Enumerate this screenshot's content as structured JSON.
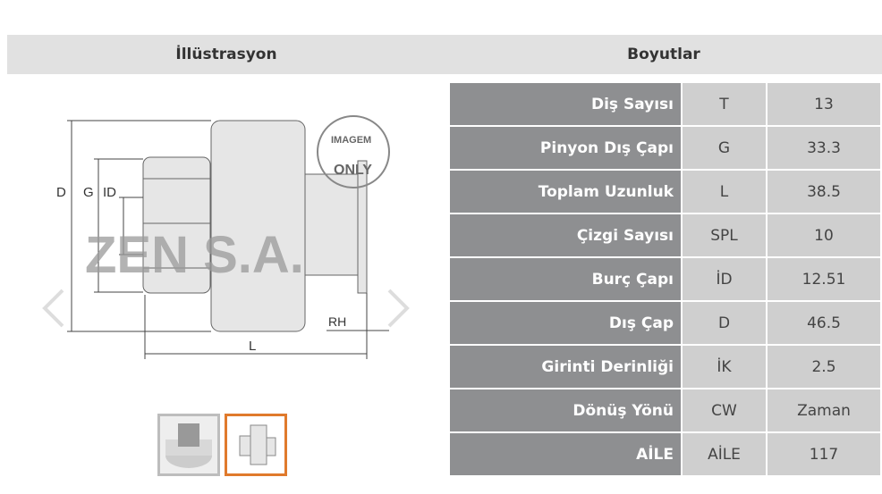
{
  "headers": {
    "illustration": "İllüstrasyon",
    "dimensions": "Boyutlar"
  },
  "drawing": {
    "labels": {
      "D": "D",
      "G": "G",
      "ID": "ID",
      "L": "L",
      "RH": "RH"
    },
    "watermark": "ZEN S.A.",
    "stamp_top": "IMAGEM",
    "stamp_bottom": "ONLY"
  },
  "rows": [
    {
      "label": "Diş Sayısı",
      "code": "T",
      "value": "13"
    },
    {
      "label": "Pinyon Dış Çapı",
      "code": "G",
      "value": "33.3"
    },
    {
      "label": "Toplam Uzunluk",
      "code": "L",
      "value": "38.5"
    },
    {
      "label": "Çizgi Sayısı",
      "code": "SPL",
      "value": "10"
    },
    {
      "label": "Burç Çapı",
      "code": "İD",
      "value": "12.51"
    },
    {
      "label": "Dış Çap",
      "code": "D",
      "value": "46.5"
    },
    {
      "label": "Girinti Derinliği",
      "code": "İK",
      "value": "2.5"
    },
    {
      "label": "Dönüş Yönü",
      "code": "CW",
      "value": "Zaman"
    },
    {
      "label": "AİLE",
      "code": "AİLE",
      "value": "117"
    }
  ],
  "colors": {
    "label_bg": "#8e8f91",
    "cell_bg": "#cfcfcf",
    "thumb_active": "#e07a2c"
  }
}
